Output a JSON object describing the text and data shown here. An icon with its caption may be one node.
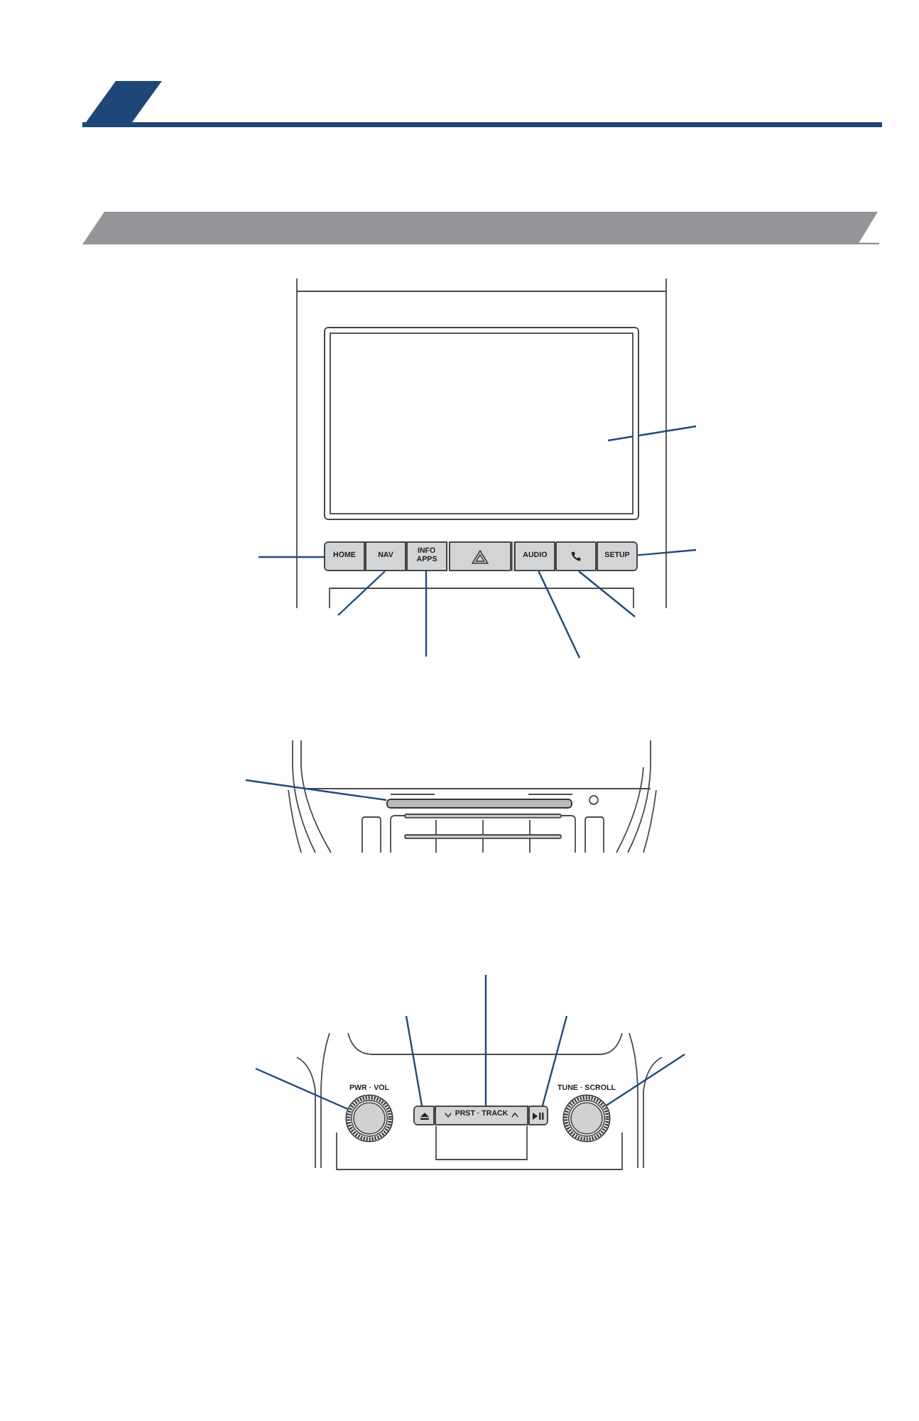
{
  "diagram": {
    "nodes": [
      {
        "text": [],
        "shape": "box"
      },
      {
        "text": [
          "HOME"
        ]
      },
      {
        "text": [
          "NAV"
        ]
      },
      {
        "text": [
          "INFO APPS"
        ]
      },
      {
        "text": [],
        "shape": "box"
      },
      {
        "text": [
          "AUDIO"
        ]
      },
      {
        "text": [],
        "shape": "box"
      },
      {
        "text": [
          "SETUP"
        ]
      },
      {
        "text": [],
        "shape": "bar"
      },
      {
        "text": [
          "PWR · VOL"
        ]
      },
      {
        "text": [],
        "shape": "box"
      },
      {
        "text": [
          "PRST · TRACK"
        ]
      },
      {
        "text": [],
        "shape": "box"
      },
      {
        "text": [
          "TUNE · SCROLL"
        ]
      }
    ],
    "edges": [
      {
        "from": null,
        "to": 0,
        "arrow": "none"
      },
      {
        "from": null,
        "to": 1,
        "arrow": "none"
      },
      {
        "from": null,
        "to": 2,
        "arrow": "none"
      },
      {
        "from": null,
        "to": 3,
        "arrow": "none"
      },
      {
        "from": null,
        "to": 5,
        "arrow": "none"
      },
      {
        "from": null,
        "to": 6,
        "arrow": "none"
      },
      {
        "from": null,
        "to": 7,
        "arrow": "none"
      },
      {
        "from": null,
        "to": 8,
        "arrow": "none"
      },
      {
        "from": null,
        "to": 9,
        "arrow": "none"
      },
      {
        "from": null,
        "to": 10,
        "arrow": "none"
      },
      {
        "from": null,
        "to": 11,
        "arrow": "none"
      },
      {
        "from": null,
        "to": 12,
        "arrow": "none"
      },
      {
        "from": null,
        "to": 13,
        "arrow": "none"
      }
    ]
  }
}
